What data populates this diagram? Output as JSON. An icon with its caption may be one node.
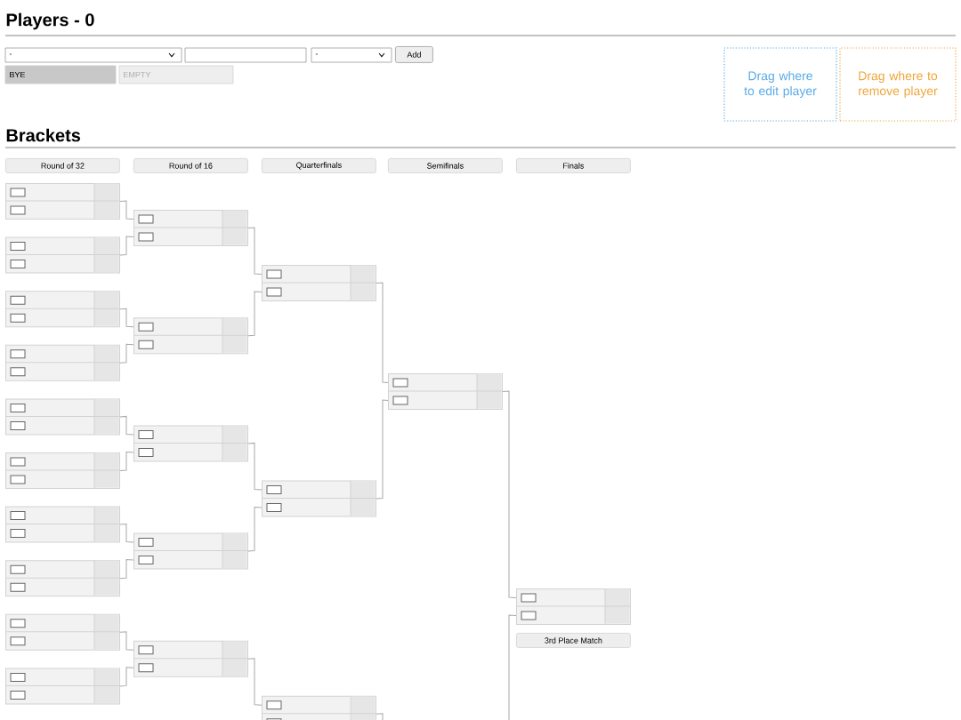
{
  "diagram": {
    "nodes": [
      {
        "text": [
          "Drag where to edit player"
        ]
      },
      {
        "text": [
          "Drag where to remove player"
        ]
      },
      {
        "text": [],
        "shape": "box"
      },
      {
        "text": [],
        "shape": "box"
      },
      {
        "text": [],
        "shape": "box"
      },
      {
        "text": [],
        "shape": "box"
      },
      {
        "text": [],
        "shape": "box"
      },
      {
        "text": [],
        "shape": "box"
      },
      {
        "text": [],
        "shape": "box"
      },
      {
        "text": [],
        "shape": "box"
      },
      {
        "text": [],
        "shape": "box"
      },
      {
        "text": [],
        "shape": "box"
      },
      {
        "text": [],
        "shape": "box"
      },
      {
        "text": [],
        "shape": "box"
      },
      {
        "text": [],
        "shape": "box"
      },
      {
        "text": [],
        "shape": "box"
      },
      {
        "text": [],
        "shape": "box"
      },
      {
        "text": [],
        "shape": "box"
      },
      {
        "text": [],
        "shape": "box"
      },
      {
        "text": [],
        "shape": "box"
      },
      {
        "text": [],
        "shape": "box"
      },
      {
        "text": [],
        "shape": "box"
      }
    ],
    "edges": [
      {
        "from": 2,
        "to": 12,
        "arrow": "none"
      },
      {
        "from": 3,
        "to": 12,
        "arrow": "none"
      },
      {
        "from": 4,
        "to": 13,
        "arrow": "none"
      },
      {
        "from": 5,
        "to": 13,
        "arrow": "none"
      },
      {
        "from": 6,
        "to": 14,
        "arrow": "none"
      },
      {
        "from": 7,
        "to": 14,
        "arrow": "none"
      },
      {
        "from": 8,
        "to": 15,
        "arrow": "none"
      },
      {
        "from": 9,
        "to": 15,
        "arrow": "none"
      },
      {
        "from": 10,
        "to": 16,
        "arrow": "none"
      },
      {
        "from": 11,
        "to": 16,
        "arrow": "none"
      },
      {
        "from": 12,
        "to": 17,
        "arrow": "none"
      },
      {
        "from": 13,
        "to": 17,
        "arrow": "none"
      },
      {
        "from": 14,
        "to": 18,
        "arrow": "none"
      },
      {
        "from": 15,
        "to": 18,
        "arrow": "none"
      },
      {
        "from": 16,
        "to": 19,
        "arrow": "none"
      },
      {
        "from": 17,
        "to": 20,
        "arrow": "none"
      },
      {
        "from": 18,
        "to": 20,
        "arrow": "none"
      },
      {
        "from": 19,
        "to": null,
        "arrow": "none"
      },
      {
        "from": 20,
        "to": 21,
        "arrow": "none"
      },
      {
        "from": null,
        "to": 21,
        "arrow": "none"
      }
    ],
    "labels": [
      "Players - 0",
      "-",
      "-",
      "Add",
      "BYE",
      "EMPTY",
      "Brackets",
      "Round of 32",
      "Round of 16",
      "Quarterfinals",
      "Semifinals",
      "Finals",
      "3rd Place Match"
    ]
  }
}
